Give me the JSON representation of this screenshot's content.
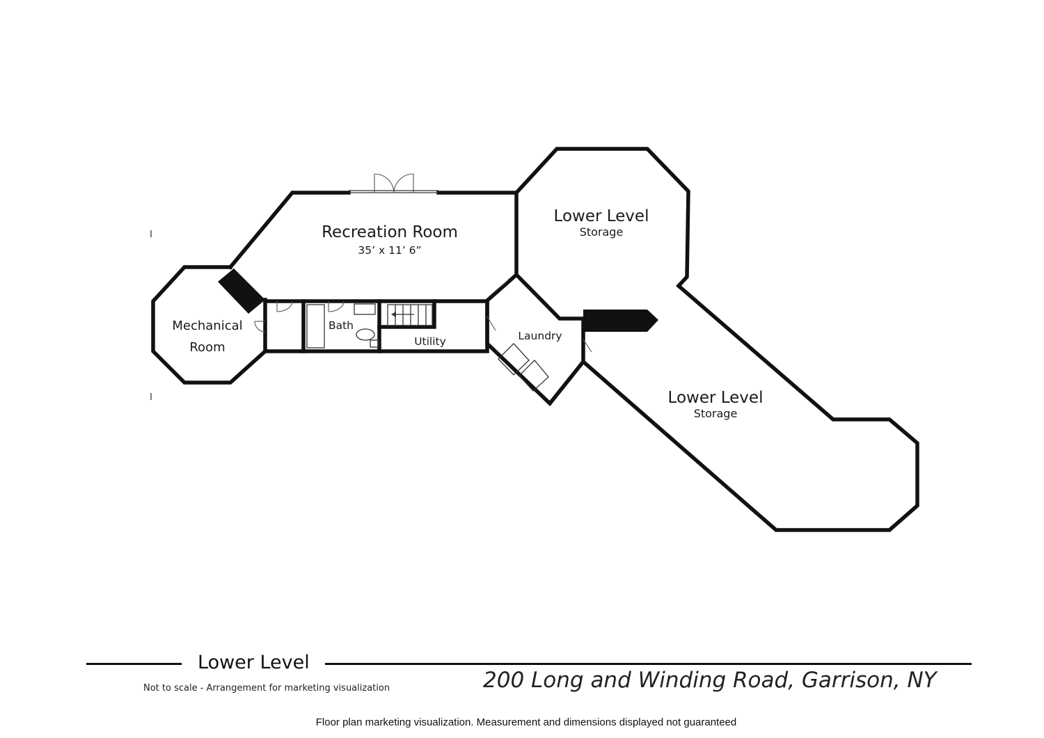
{
  "rooms": {
    "recreation": {
      "name": "Recreation Room",
      "dimensions": "35’ x 11’ 6”"
    },
    "storage_upper": {
      "name": "Lower Level",
      "sub": "Storage"
    },
    "storage_lower": {
      "name": "Lower Level",
      "sub": "Storage"
    },
    "mechanical": {
      "line1": "Mechanical",
      "line2": "Room"
    },
    "bath": {
      "name": "Bath"
    },
    "utility": {
      "name": "Utility"
    },
    "laundry": {
      "name": "Laundry"
    }
  },
  "footer": {
    "level": "Lower Level",
    "note": "Not to scale - Arrangement for marketing visualization",
    "address": "200 Long and Winding Road, Garrison, NY",
    "disclaimer": "Floor plan marketing visualization. Measurement and dimensions displayed not guaranteed"
  },
  "colors": {
    "wall": "#111111",
    "background": "#ffffff",
    "text": "#1a1a1a"
  }
}
